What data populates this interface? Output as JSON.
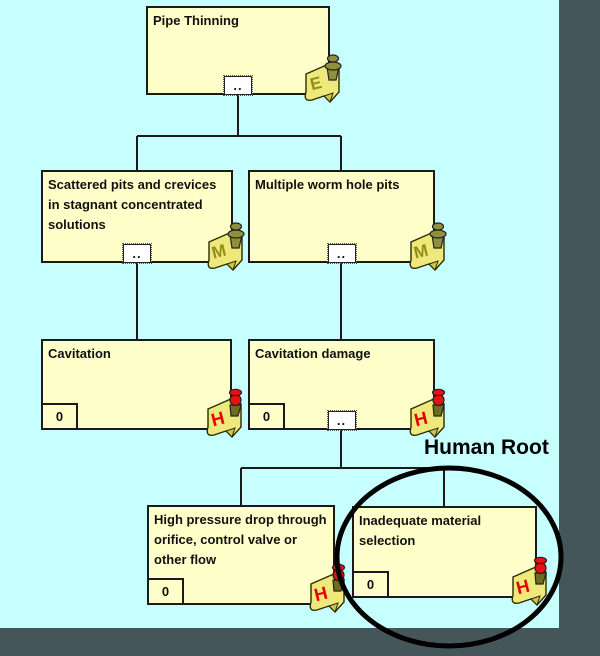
{
  "diagram": {
    "type": "fault-tree",
    "annotation_label": "Human Root"
  },
  "nodes": [
    {
      "id": "pipe-thinning",
      "label": "Pipe Thinning",
      "expand_button": "..",
      "icon_letter": "E"
    },
    {
      "id": "scattered-pits",
      "label": "Scattered pits and crevices in stagnant concentrated solutions",
      "expand_button": "..",
      "icon_letter": "M"
    },
    {
      "id": "multiple-worm-hole-pits",
      "label": "Multiple worm hole pits",
      "expand_button": "..",
      "icon_letter": "M"
    },
    {
      "id": "cavitation",
      "label": "Cavitation",
      "count_button": "0",
      "icon_letter": "H"
    },
    {
      "id": "cavitation-damage",
      "label": "Cavitation damage",
      "count_button": "0",
      "expand_button": "..",
      "icon_letter": "H"
    },
    {
      "id": "high-pressure-drop",
      "label": "High pressure drop through orifice, control valve or other flow",
      "count_button": "0",
      "icon_letter": "H"
    },
    {
      "id": "inadequate-material-selection",
      "label": "Inadequate material selection",
      "count_button": "0",
      "icon_letter": "H"
    }
  ],
  "colors": {
    "canvas": "#C7FEFE",
    "frame": "#45565A",
    "node-fill": "#FFFFC9",
    "node-border": "#1A1A1A",
    "connector": "#1A1A1A",
    "note-fill": "#EFE87B",
    "pin-olive": "#8F8F3C",
    "pin-red": "#E81010",
    "letter-olive": "#8F8F1A",
    "letter-red": "#E80000",
    "ellipse": "#000000"
  }
}
